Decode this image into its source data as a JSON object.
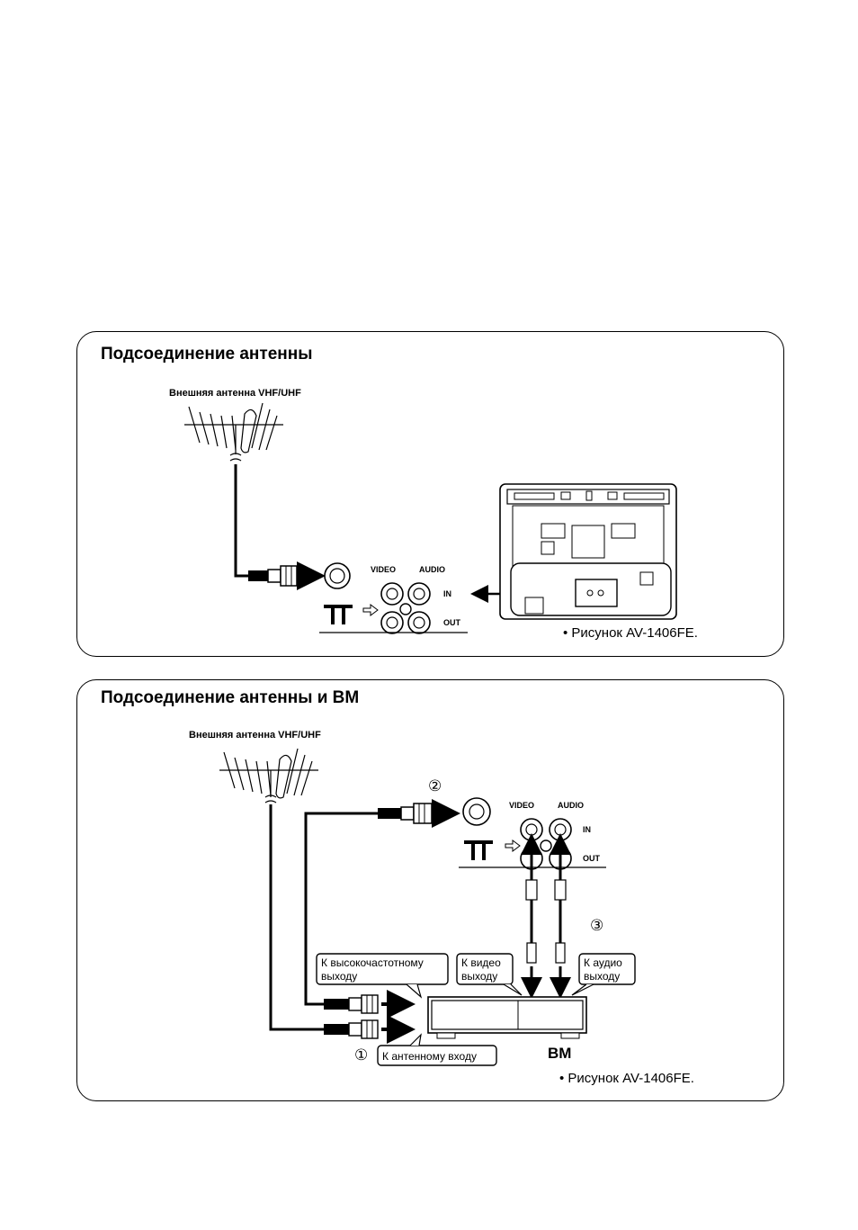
{
  "section1": {
    "title": "Подсоединение антенны",
    "antenna_label": "Внешняя антенна VHF/UHF",
    "video_label": "VIDEO",
    "audio_label": "AUDIO",
    "in_label": "IN",
    "out_label": "OUT",
    "note": "• Рисунок AV-1406FE."
  },
  "section2": {
    "title": "Подсоединение антенны и ВМ",
    "antenna_label": "Внешняя антенна VHF/UHF",
    "step2": "②",
    "step3": "③",
    "step1": "①",
    "video_label": "VIDEO",
    "audio_label": "AUDIO",
    "in_label": "IN",
    "out_label": "OUT",
    "rf_out_line1": "К высокочастотному",
    "rf_out_line2": "выходу",
    "video_out_line1": "К видео",
    "video_out_line2": "выходу",
    "audio_out_line1": "К аудио",
    "audio_out_line2": "выходу",
    "antenna_in": "К антенному входу",
    "vcr_label": "ВМ",
    "note": "• Рисунок AV-1406FE."
  }
}
